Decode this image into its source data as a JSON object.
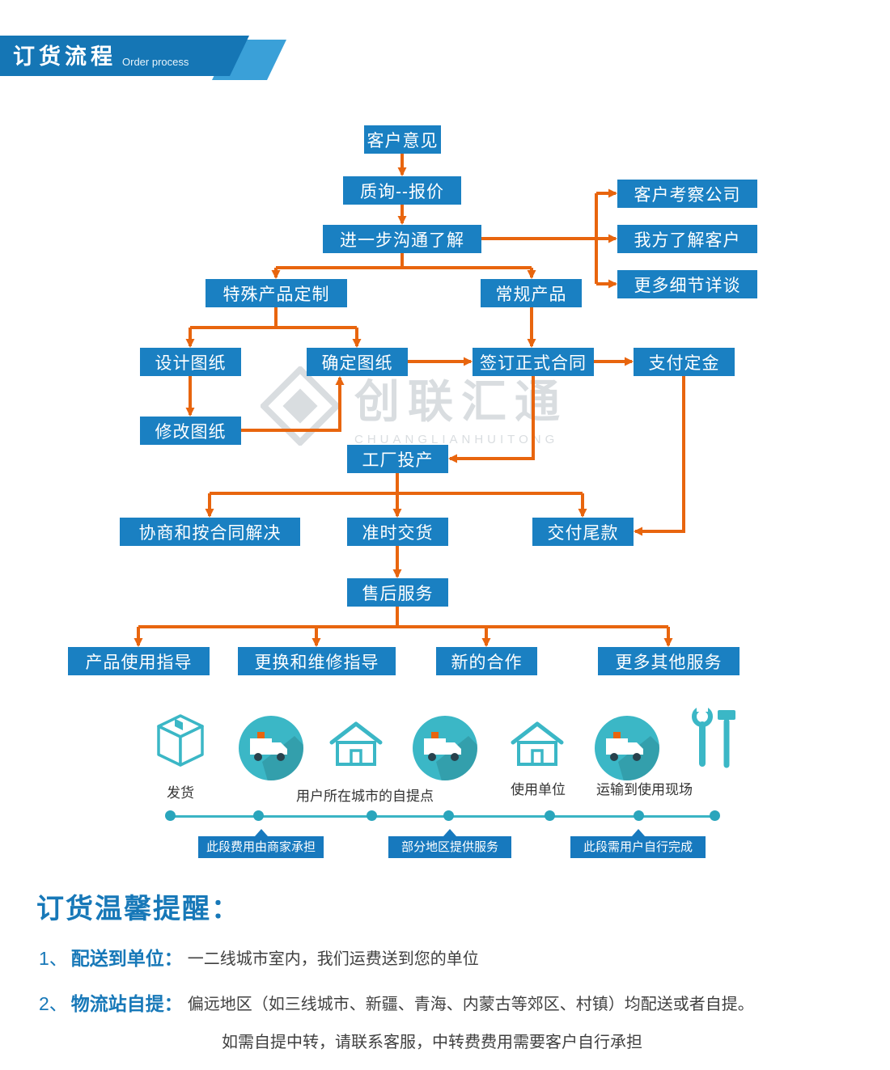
{
  "palette": {
    "banner_blue": "#1576b5",
    "banner_light_blue": "#3aa0d8",
    "node_blue": "#1a80c2",
    "arrow_orange": "#e8650e",
    "teal": "#3bb7c6",
    "ribbon_blue": "#1779be",
    "text_dark": "#404040",
    "watermark_gray": "#d9dde0"
  },
  "header": {
    "title_cn": "订货流程",
    "title_en": "Order process"
  },
  "flow": {
    "nodes": {
      "customer_opinion": "客户意见",
      "inquiry_quote": "质询--报价",
      "further_communication": "进一步沟通了解",
      "customer_visit": "客户考察公司",
      "know_customer": "我方了解客户",
      "more_details": "更多细节详谈",
      "special_custom": "特殊产品定制",
      "regular_product": "常规产品",
      "design_drawing": "设计图纸",
      "confirm_drawing": "确定图纸",
      "sign_contract": "签订正式合同",
      "pay_deposit": "支付定金",
      "modify_drawing": "修改图纸",
      "factory_production": "工厂投产",
      "negotiate_solve": "协商和按合同解决",
      "on_time_delivery": "准时交货",
      "pay_balance": "交付尾款",
      "after_sales": "售后服务",
      "usage_guide": "产品使用指导",
      "replace_repair": "更换和维修指导",
      "new_cooperation": "新的合作",
      "more_services": "更多其他服务"
    }
  },
  "watermark": {
    "text": "创联汇通",
    "subtext": "CHUANGLIANHUITONG"
  },
  "logistics": {
    "labels": {
      "ship": "发货",
      "city_pickup": "用户所在城市的自提点",
      "user_unit": "使用单位",
      "transport_site": "运输到使用现场"
    },
    "ribbons": {
      "merchant_cost": "此段费用由商家承担",
      "partial_service": "部分地区提供服务",
      "user_self": "此段需用户自行完成"
    }
  },
  "reminder": {
    "title": "订货温馨提醒：",
    "items": [
      {
        "num": "1、",
        "head": "配送到单位：",
        "body": "一二线城市室内，我们运费送到您的单位"
      },
      {
        "num": "2、",
        "head": "物流站自提：",
        "body": "偏远地区（如三线城市、新疆、青海、内蒙古等郊区、村镇）均配送或者自提。",
        "body2": "如需自提中转，请联系客服，中转费费用需要客户自行承担"
      }
    ]
  }
}
